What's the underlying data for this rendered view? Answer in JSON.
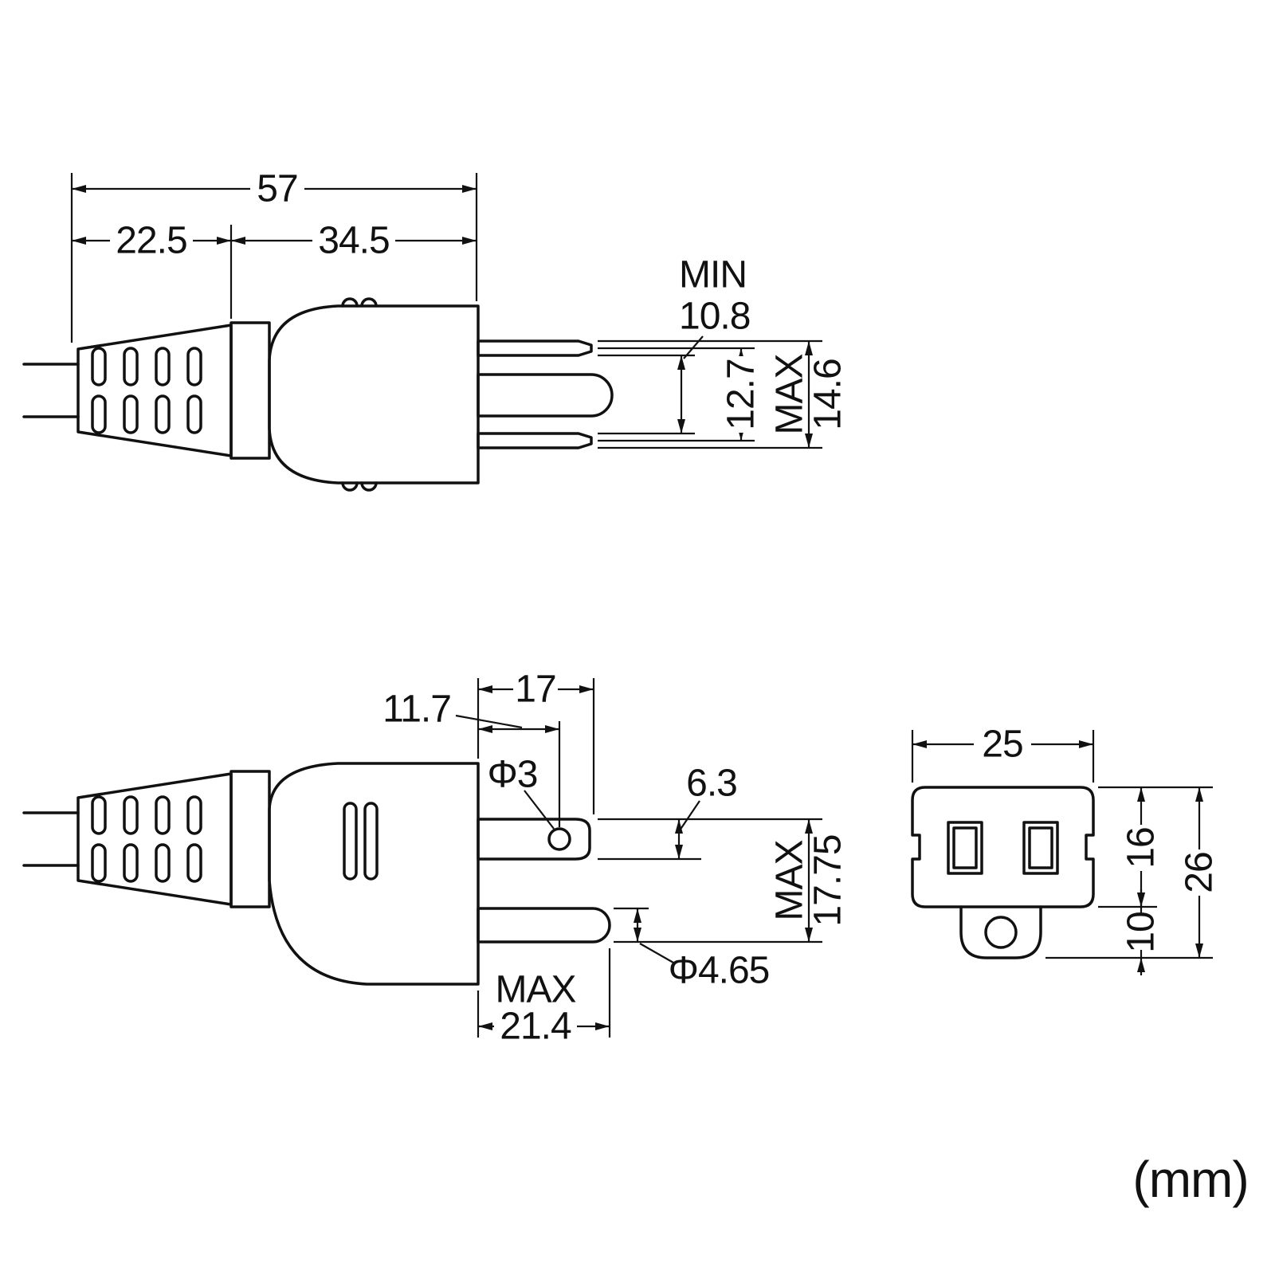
{
  "diagram": {
    "line_color": "#111111",
    "background": "#ffffff"
  },
  "units_label": "(mm)",
  "top_view": {
    "overall_width": "57",
    "grip_length": "22.5",
    "body_length": "34.5",
    "blade_gap_min_label": "MIN",
    "blade_gap_min_value": "10.8",
    "blade_pitch": "12.7",
    "blade_span_max_label": "MAX",
    "blade_span_max_value": "14.6"
  },
  "side_view": {
    "blade_length": "17",
    "hole_offset": "11.7",
    "hole_diameter": "Φ3",
    "blade_width": "6.3",
    "span_max_label": "MAX",
    "span_max_value": "17.75",
    "pin_diameter": "Φ4.65",
    "pin_length_max_label": "MAX",
    "pin_length_max_value": "21.4"
  },
  "outlet_view": {
    "width": "25",
    "body_height": "16",
    "total_height": "26",
    "tab_height": "10"
  }
}
